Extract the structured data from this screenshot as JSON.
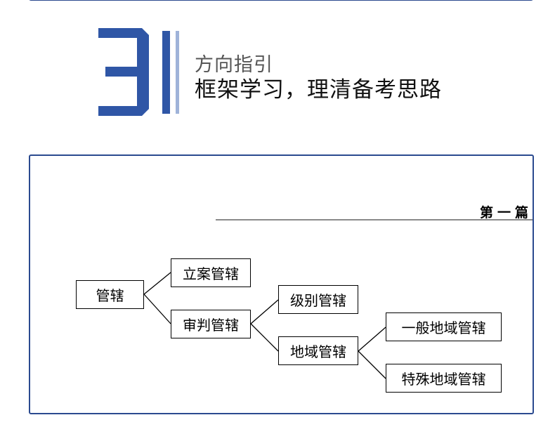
{
  "section": {
    "number": "3",
    "subtitle": "方向指引",
    "title": "框架学习，理清备考思路"
  },
  "panel": {
    "chapter_heading": "第一篇",
    "diagram": {
      "root": "管辖",
      "branch_case": "立案管辖",
      "branch_trial": "审判管辖",
      "level": "级别管辖",
      "territorial": "地域管辖",
      "general_territorial": "一般地域管辖",
      "special_territorial": "特殊地域管辖"
    }
  },
  "colors": {
    "accent": "#2f56a6",
    "accent_light": "#9fb3d9",
    "frame": "#2b4a8f"
  }
}
